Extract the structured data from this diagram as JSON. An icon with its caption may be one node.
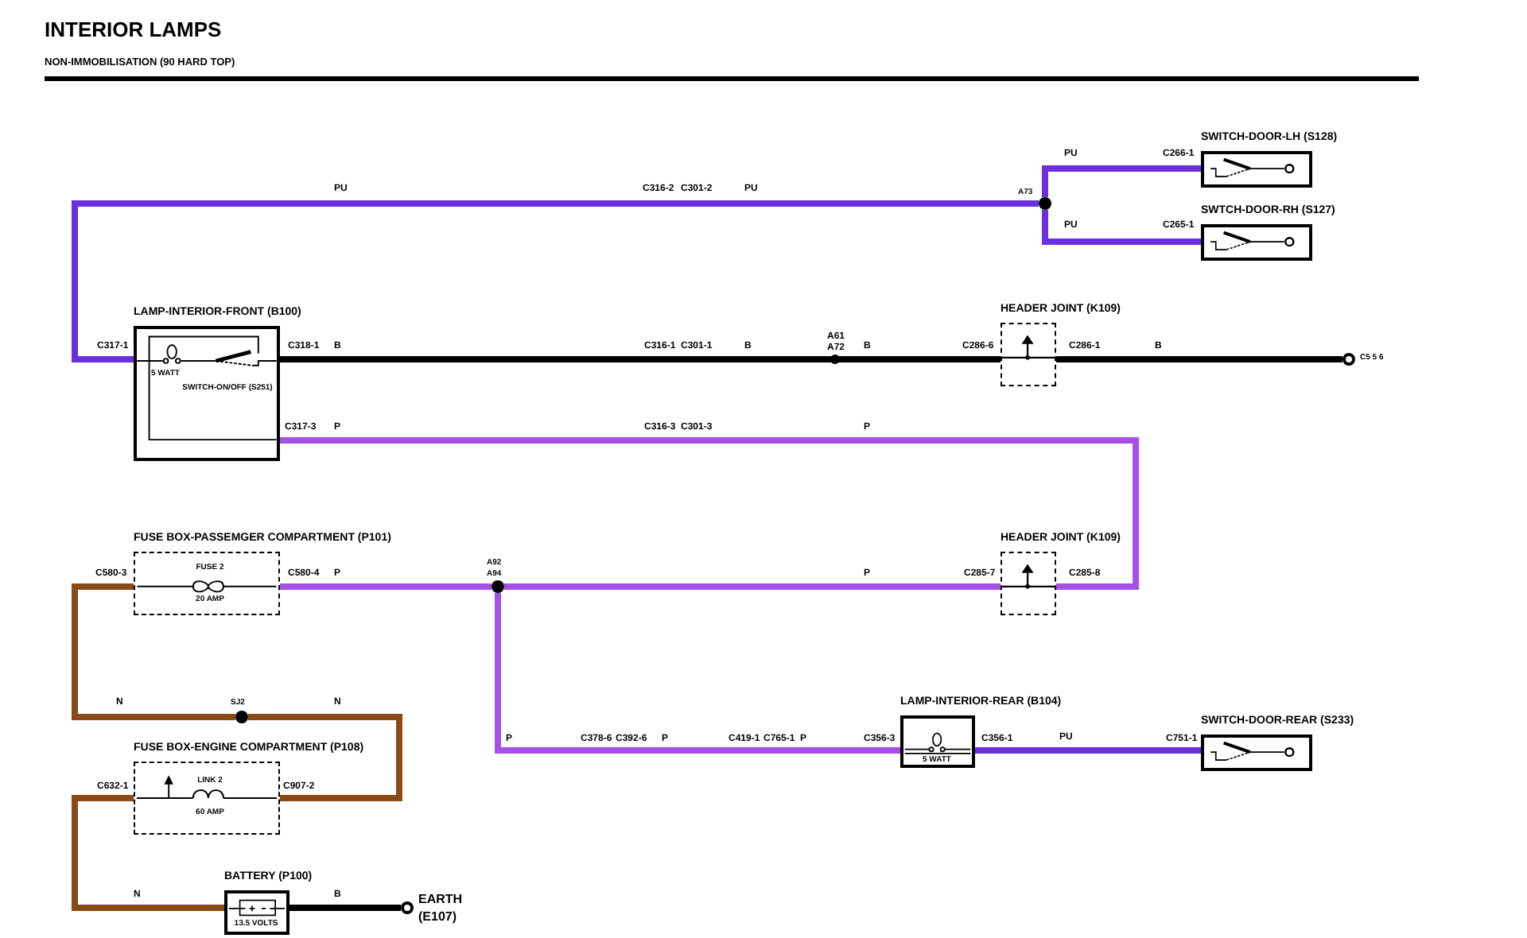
{
  "diagram": {
    "title": "INTERIOR LAMPS",
    "nodes": [
      {
        "text": [
          "SWITCH-DOOR-LH (S128)"
        ]
      },
      {
        "text": [
          "SWTCH-DOOR-RH (S127)"
        ]
      },
      {
        "text": [],
        "shape": "circle",
        "beside": [
          "A73"
        ]
      },
      {
        "text": [
          "LAMP-INTERIOR-FRONT (B100)",
          "5 WATT",
          "SWITCH-ON/OFF (S251)"
        ]
      },
      {
        "text": [
          "HEADER JOINT (K109)"
        ]
      },
      {
        "text": [],
        "shape": "circle",
        "beside": [
          "C5 5 6"
        ]
      },
      {
        "text": [
          "FUSE BOX-PASSEMGER COMPARTMENT (P101)",
          "FUSE 2",
          "20 AMP"
        ]
      },
      {
        "text": [
          "HEADER JOINT (K109)"
        ]
      },
      {
        "text": [],
        "shape": "circle",
        "beside": [
          "A92",
          "A94"
        ]
      },
      {
        "text": [],
        "shape": "circle",
        "beside": [
          "SJ2"
        ]
      },
      {
        "text": [
          "FUSE BOX-ENGINE COMPARTMENT (P108)",
          "LINK 2",
          "60 AMP"
        ]
      },
      {
        "text": [
          "LAMP-INTERIOR-REAR (B104)",
          "5 WATT"
        ]
      },
      {
        "text": [
          "SWITCH-DOOR-REAR (S233)"
        ]
      },
      {
        "text": [
          "BATTERY (P100)",
          "13.5 VOLTS"
        ]
      },
      {
        "text": [],
        "shape": "circle",
        "beside": [
          "EARTH (E107)"
        ]
      }
    ],
    "edges": [
      {
        "from": 3,
        "to": 2,
        "arrow": "none",
        "color": "#6b2fe0"
      },
      {
        "from": 2,
        "to": 0,
        "arrow": "none",
        "color": "#6b2fe0"
      },
      {
        "from": 2,
        "to": 1,
        "arrow": "none",
        "color": "#6b2fe0"
      },
      {
        "from": 3,
        "to": 4,
        "arrow": "none",
        "color": "#000000"
      },
      {
        "from": 4,
        "to": 5,
        "arrow": "none",
        "color": "#000000"
      },
      {
        "from": 3,
        "to": 7,
        "arrow": "none",
        "color": "#a650e8"
      },
      {
        "from": 7,
        "to": 8,
        "arrow": "none",
        "color": "#a650e8"
      },
      {
        "from": 6,
        "to": 8,
        "arrow": "none",
        "color": "#a650e8"
      },
      {
        "from": 8,
        "to": 11,
        "arrow": "none",
        "color": "#a650e8"
      },
      {
        "from": 11,
        "to": 12,
        "arrow": "none",
        "color": "#6b2fe0"
      },
      {
        "from": 6,
        "to": 9,
        "arrow": "none",
        "color": "#8a4a17"
      },
      {
        "from": 9,
        "to": 10,
        "arrow": "none",
        "color": "#8a4a17"
      },
      {
        "from": 10,
        "to": 13,
        "arrow": "none",
        "color": "#8a4a17"
      },
      {
        "from": 13,
        "to": 14,
        "arrow": "none",
        "color": "#000000"
      }
    ],
    "labels": [
      "NON-IMMOBILISATION (90 HARD TOP)",
      "PU",
      "C316-2",
      "C301-2",
      "PU",
      "PU",
      "C266-1",
      "PU",
      "C265-1",
      "C317-1",
      "C318-1",
      "B",
      "C316-1",
      "C301-1",
      "B",
      "A61",
      "A72",
      "B",
      "C286-6",
      "C286-1",
      "B",
      "C317-3",
      "P",
      "C316-3",
      "C301-3",
      "P",
      "C580-3",
      "C580-4",
      "P",
      "P",
      "C285-7",
      "C285-8",
      "N",
      "N",
      "P",
      "C378-6",
      "C392-6",
      "P",
      "C419-1",
      "C765-1",
      "P",
      "C356-3",
      "C356-1",
      "PU",
      "C751-1",
      "C632-1",
      "C907-2",
      "N",
      "B"
    ]
  }
}
